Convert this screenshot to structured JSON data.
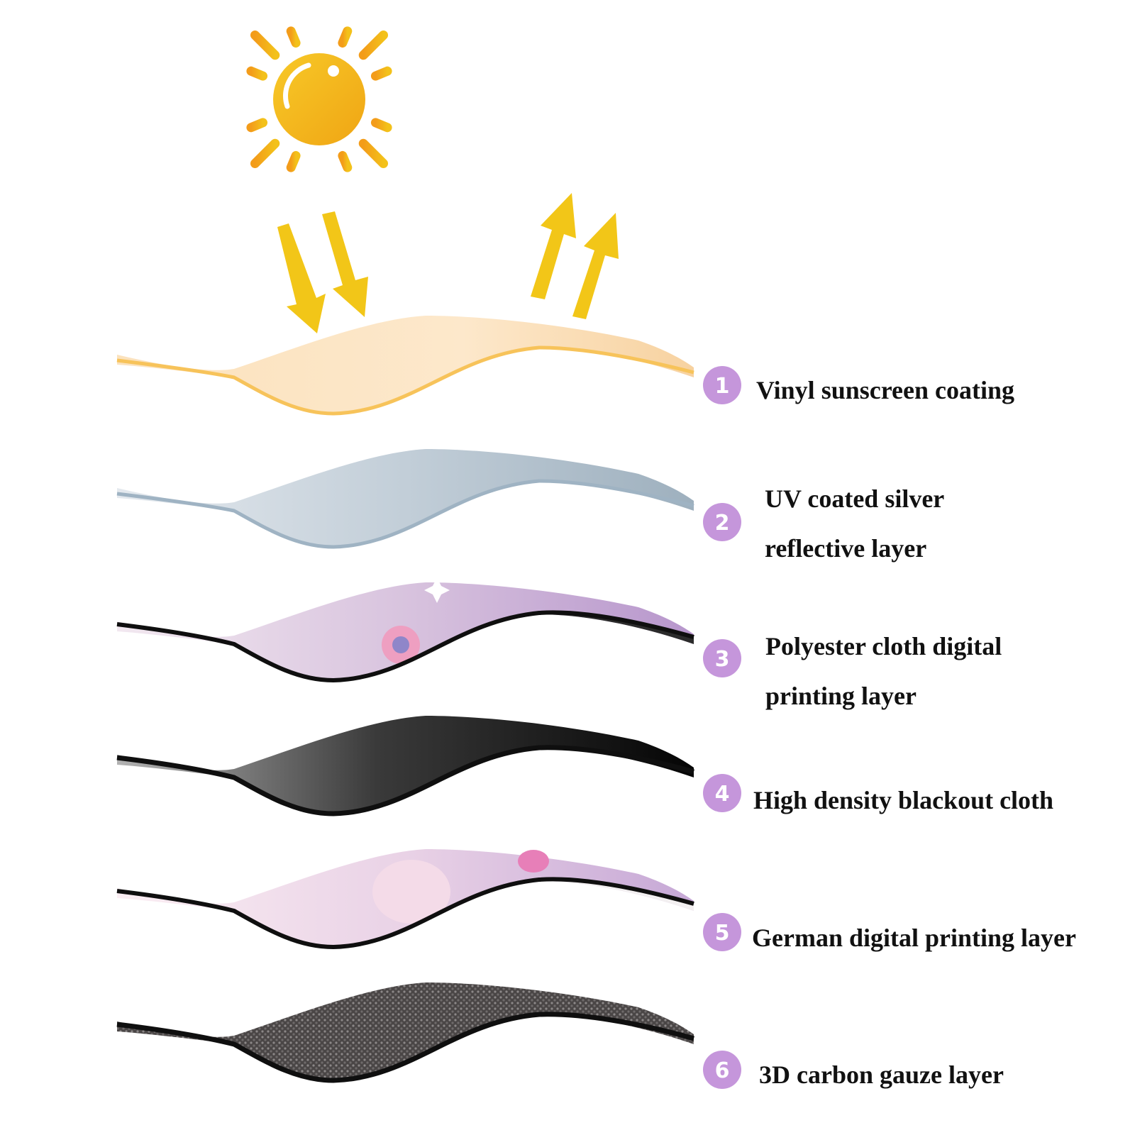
{
  "colors": {
    "sun": "#f2b415",
    "arrow": "#f2c618",
    "badge": "#c596db",
    "coating": "#f7c35a",
    "silver": "#9fb3c3",
    "black": "#0f0f0f"
  },
  "icons": {
    "sun": "sun-icon",
    "down_arrows": "arrow-down-icon",
    "up_arrows": "arrow-up-icon"
  },
  "layers": [
    {
      "number": "1",
      "lines": [
        "Vinyl sunscreen coating"
      ]
    },
    {
      "number": "2",
      "lines": [
        "UV coated silver",
        "reflective layer"
      ]
    },
    {
      "number": "3",
      "lines": [
        "Polyester cloth digital",
        "printing layer"
      ]
    },
    {
      "number": "4",
      "lines": [
        "High density blackout cloth"
      ]
    },
    {
      "number": "5",
      "lines": [
        "German digital printing layer"
      ]
    },
    {
      "number": "6",
      "lines": [
        "3D carbon gauze layer"
      ]
    }
  ]
}
